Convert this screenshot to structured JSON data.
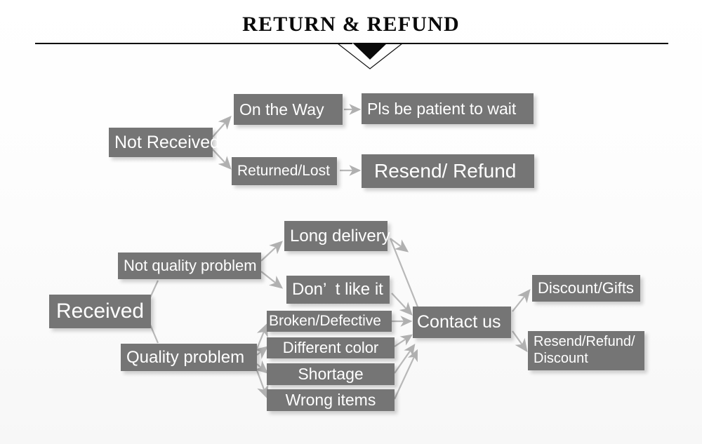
{
  "header": {
    "title": "RETURN & REFUND",
    "rule_color": "#000000",
    "chevron_fill": "#0a0a0a"
  },
  "style": {
    "node_fill": "#757575",
    "node_text_color": "#ffffff",
    "arrow_color": "#b3b3b3",
    "background": "#ffffff"
  },
  "chart_data": {
    "type": "diagram",
    "title": "RETURN & REFUND",
    "nodes": [
      {
        "id": "not-received",
        "label": "Not Received"
      },
      {
        "id": "on-the-way",
        "label": "On the Way"
      },
      {
        "id": "pls-be-patient",
        "label": "Pls be patient to wait"
      },
      {
        "id": "returned-lost",
        "label": "Returned/Lost"
      },
      {
        "id": "resend-refund",
        "label": "Resend/ Refund"
      },
      {
        "id": "received",
        "label": "Received"
      },
      {
        "id": "not-quality-problem",
        "label": "Not quality problem"
      },
      {
        "id": "quality-problem",
        "label": "Quality problem"
      },
      {
        "id": "long-delivery",
        "label": "Long delivery"
      },
      {
        "id": "dont-like-it",
        "label": "Don’  t like it"
      },
      {
        "id": "broken-defective",
        "label": "Broken/Defective"
      },
      {
        "id": "different-color",
        "label": "Different color"
      },
      {
        "id": "shortage",
        "label": "Shortage"
      },
      {
        "id": "wrong-items",
        "label": "Wrong items"
      },
      {
        "id": "contact-us",
        "label": "Contact us"
      },
      {
        "id": "discount-gifts",
        "label": "Discount/Gifts"
      },
      {
        "id": "resend-refund-discount",
        "label": "Resend/Refund/\nDiscount"
      }
    ],
    "edges": [
      {
        "from": "not-received",
        "to": "on-the-way"
      },
      {
        "from": "not-received",
        "to": "returned-lost"
      },
      {
        "from": "on-the-way",
        "to": "pls-be-patient"
      },
      {
        "from": "returned-lost",
        "to": "resend-refund"
      },
      {
        "from": "received",
        "to": "not-quality-problem"
      },
      {
        "from": "received",
        "to": "quality-problem"
      },
      {
        "from": "not-quality-problem",
        "to": "long-delivery"
      },
      {
        "from": "not-quality-problem",
        "to": "dont-like-it"
      },
      {
        "from": "quality-problem",
        "to": "broken-defective"
      },
      {
        "from": "quality-problem",
        "to": "different-color"
      },
      {
        "from": "quality-problem",
        "to": "shortage"
      },
      {
        "from": "quality-problem",
        "to": "wrong-items"
      },
      {
        "from": "long-delivery",
        "to": "contact-us"
      },
      {
        "from": "dont-like-it",
        "to": "contact-us"
      },
      {
        "from": "broken-defective",
        "to": "contact-us"
      },
      {
        "from": "different-color",
        "to": "contact-us"
      },
      {
        "from": "shortage",
        "to": "contact-us"
      },
      {
        "from": "wrong-items",
        "to": "contact-us"
      },
      {
        "from": "contact-us",
        "to": "discount-gifts"
      },
      {
        "from": "contact-us",
        "to": "resend-refund-discount"
      }
    ]
  },
  "flow": {
    "not_received": "Not Received",
    "on_the_way": "On the Way",
    "pls_be_patient": "Pls be patient to wait",
    "returned_lost": "Returned/Lost",
    "resend_refund": "Resend/ Refund",
    "received": "Received",
    "not_quality_problem": "Not quality problem",
    "quality_problem": "Quality problem",
    "long_delivery": "Long delivery",
    "dont_like_it": "Don’  t like it",
    "broken_defective": "Broken/Defective",
    "different_color": "Different color",
    "shortage": "Shortage",
    "wrong_items": "Wrong items",
    "contact_us": "Contact us",
    "discount_gifts": "Discount/Gifts",
    "resend_refund_discount": "Resend/Refund/\nDiscount"
  }
}
